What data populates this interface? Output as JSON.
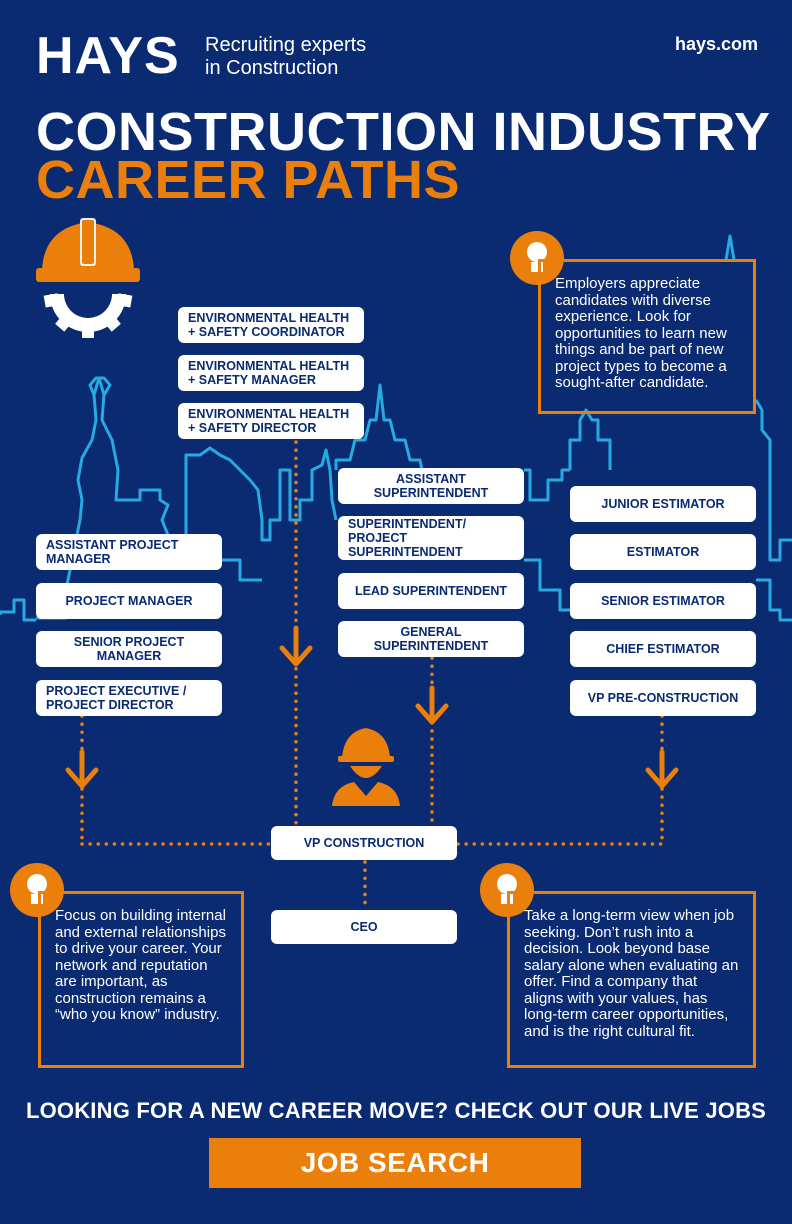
{
  "header": {
    "logo": "HAYS",
    "tagline_line1": "Recruiting experts",
    "tagline_line2": "in Construction",
    "website": "hays.com"
  },
  "title": {
    "line1": "CONSTRUCTION INDUSTRY",
    "line2": "CAREER PATHS"
  },
  "paths": {
    "ehs": [
      "ENVIRONMENTAL HEALTH + SAFETY COORDINATOR",
      "ENVIRONMENTAL HEALTH + SAFETY MANAGER",
      "ENVIRONMENTAL HEALTH + SAFETY DIRECTOR"
    ],
    "project": [
      "ASSISTANT PROJECT MANAGER",
      "PROJECT MANAGER",
      "SENIOR PROJECT MANAGER",
      "PROJECT EXECUTIVE / PROJECT DIRECTOR"
    ],
    "superintendent": [
      "ASSISTANT SUPERINTENDENT",
      "SUPERINTENDENT/ PROJECT SUPERINTENDENT",
      "LEAD SUPERINTENDENT",
      "GENERAL SUPERINTENDENT"
    ],
    "estimator": [
      "JUNIOR ESTIMATOR",
      "ESTIMATOR",
      "SENIOR ESTIMATOR",
      "CHIEF ESTIMATOR",
      "VP PRE-CONSTRUCTION"
    ],
    "vp": "VP CONSTRUCTION",
    "ceo": "CEO"
  },
  "tips": {
    "top_right": "Employers appreciate candidates with diverse experience. Look for opportunities to learn new things and be part of new project types to become a sought-after candidate.",
    "bottom_left": "Focus on building internal and external relationships to drive your career. Your network and reputation are important, as construction remains a “who you know” industry.",
    "bottom_right": "Take a long-term view when job seeking. Don’t rush into a decision. Look beyond base salary alone when evaluating an offer. Find a company that aligns with your values, has long-term career opportunities, and is the right cultural fit."
  },
  "cta": {
    "text": "LOOKING FOR A NEW CAREER MOVE? CHECK OUT OUR LIVE JOBS",
    "button": "JOB SEARCH"
  },
  "colors": {
    "background": "#0a2a72",
    "accent": "#ea7f0b",
    "skyline": "#27a9e1",
    "box": "#ffffff"
  },
  "icons": [
    "hard-hat-gear-icon",
    "worker-icon",
    "lightbulb-icon",
    "arrow-down-icon",
    "skyline-illustration"
  ]
}
